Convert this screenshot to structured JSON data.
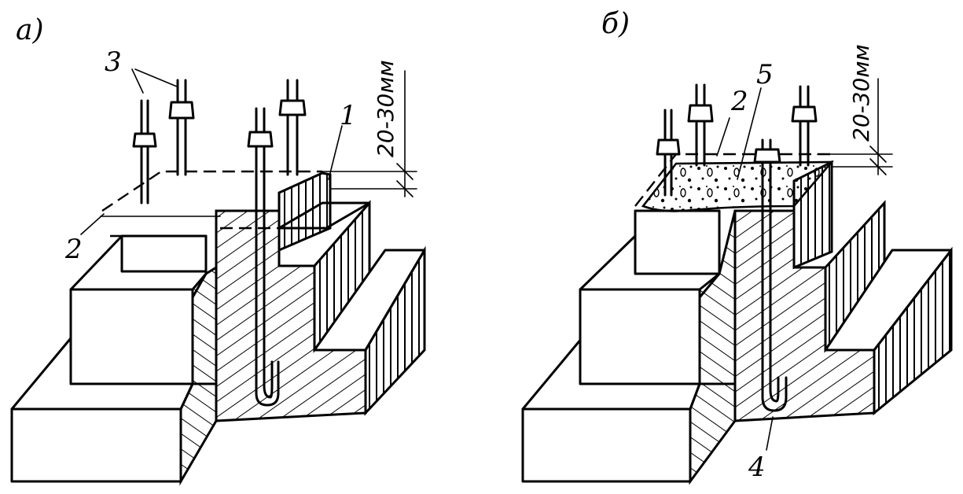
{
  "panels": [
    {
      "letter": "а)",
      "callouts": {
        "plate": "1",
        "bed": "2",
        "bolts": "3"
      },
      "dimension": "20-30мм"
    },
    {
      "letter": "б)",
      "callouts": {
        "bed": "2",
        "anchor": "4",
        "grout": "5"
      },
      "dimension": "20-30мм"
    }
  ]
}
